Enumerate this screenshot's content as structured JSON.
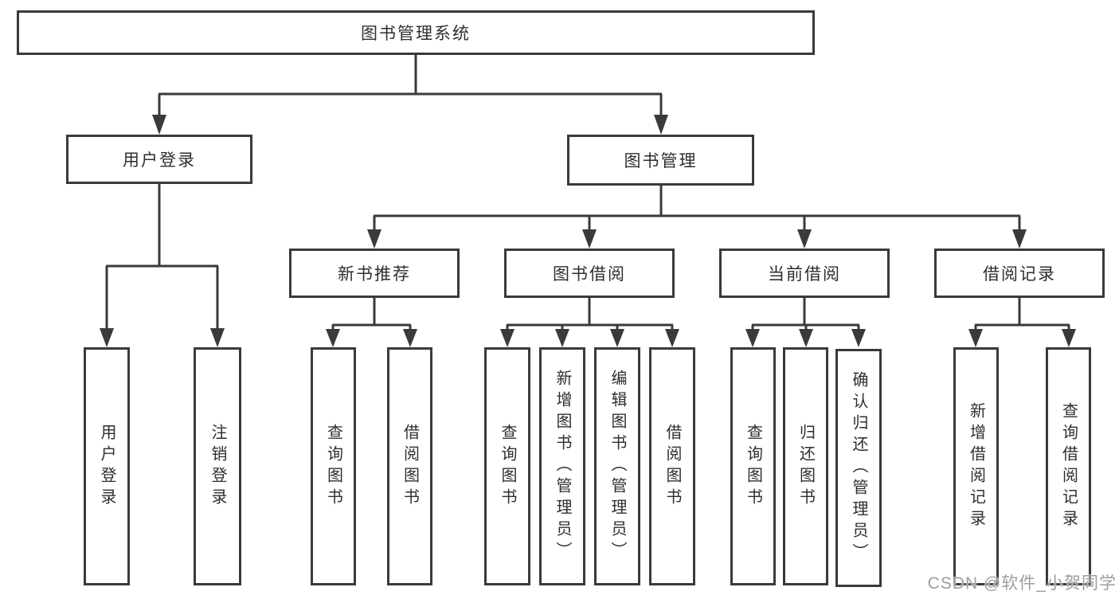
{
  "diagram": {
    "root": {
      "label": "图书管理系统"
    },
    "branches": [
      {
        "label": "用户登录",
        "children": [
          {
            "label": "用户登录"
          },
          {
            "label": "注销登录"
          }
        ]
      },
      {
        "label": "图书管理",
        "children": [
          {
            "label": "新书推荐",
            "children": [
              {
                "label": "查询图书"
              },
              {
                "label": "借阅图书"
              }
            ]
          },
          {
            "label": "图书借阅",
            "children": [
              {
                "label": "查询图书"
              },
              {
                "label": "新增图书（管理员）"
              },
              {
                "label": "编辑图书（管理员）"
              },
              {
                "label": "借阅图书"
              }
            ]
          },
          {
            "label": "当前借阅",
            "children": [
              {
                "label": "查询图书"
              },
              {
                "label": "归还图书"
              },
              {
                "label": "确认归还（管理员）"
              }
            ]
          },
          {
            "label": "借阅记录",
            "children": [
              {
                "label": "新增借阅记录"
              },
              {
                "label": "查询借阅记录"
              }
            ]
          }
        ]
      }
    ]
  },
  "watermark": {
    "text": "CSDN @软件_小贺同学"
  },
  "colors": {
    "line": "#3a3a3a",
    "node_text": "#2e2e2e",
    "watermark_text": "#9d9d9d",
    "background": "#ffffff"
  }
}
